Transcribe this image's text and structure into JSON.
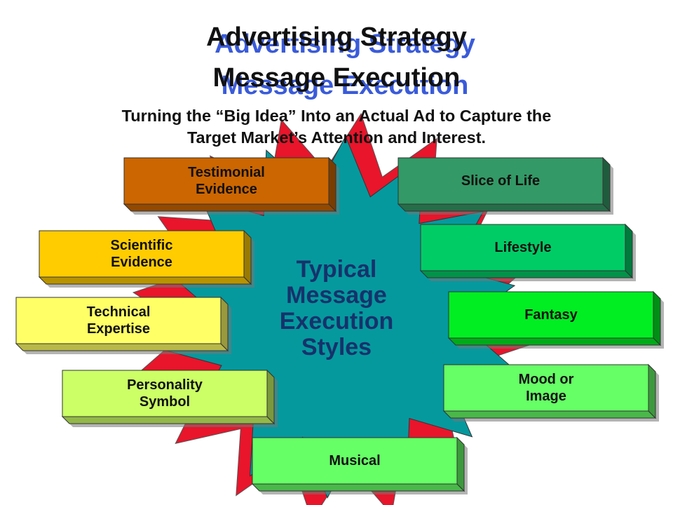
{
  "title": {
    "line1": "Advertising Strategy",
    "line2": "Message Execution"
  },
  "subtitle": {
    "line1": "Turning the “Big Idea” Into an Actual Ad to Capture the",
    "line2": "Target Market’s Attention and Interest."
  },
  "center": {
    "line1": "Typical",
    "line2": "Message",
    "line3": "Execution",
    "line4": "Styles"
  },
  "colors": {
    "burst_outer": "#e8152b",
    "burst_inner": "#05999e",
    "title_shadow": "#3a5bd9"
  },
  "styles": [
    {
      "line1": "Testimonial",
      "line2": "Evidence",
      "color": "#cc6600"
    },
    {
      "line1": "Scientific",
      "line2": "Evidence",
      "color": "#ffcc00"
    },
    {
      "line1": "Technical",
      "line2": "Expertise",
      "color": "#ffff66"
    },
    {
      "line1": "Personality",
      "line2": "Symbol",
      "color": "#ccff66"
    },
    {
      "line1": "Musical",
      "line2": "",
      "color": "#66ff66"
    },
    {
      "line1": "Slice of Life",
      "line2": "",
      "color": "#339966"
    },
    {
      "line1": "Lifestyle",
      "line2": "",
      "color": "#00cc66"
    },
    {
      "line1": "Fantasy",
      "line2": "",
      "color": "#00ee22"
    },
    {
      "line1": "Mood or",
      "line2": "Image",
      "color": "#66ff66"
    }
  ]
}
